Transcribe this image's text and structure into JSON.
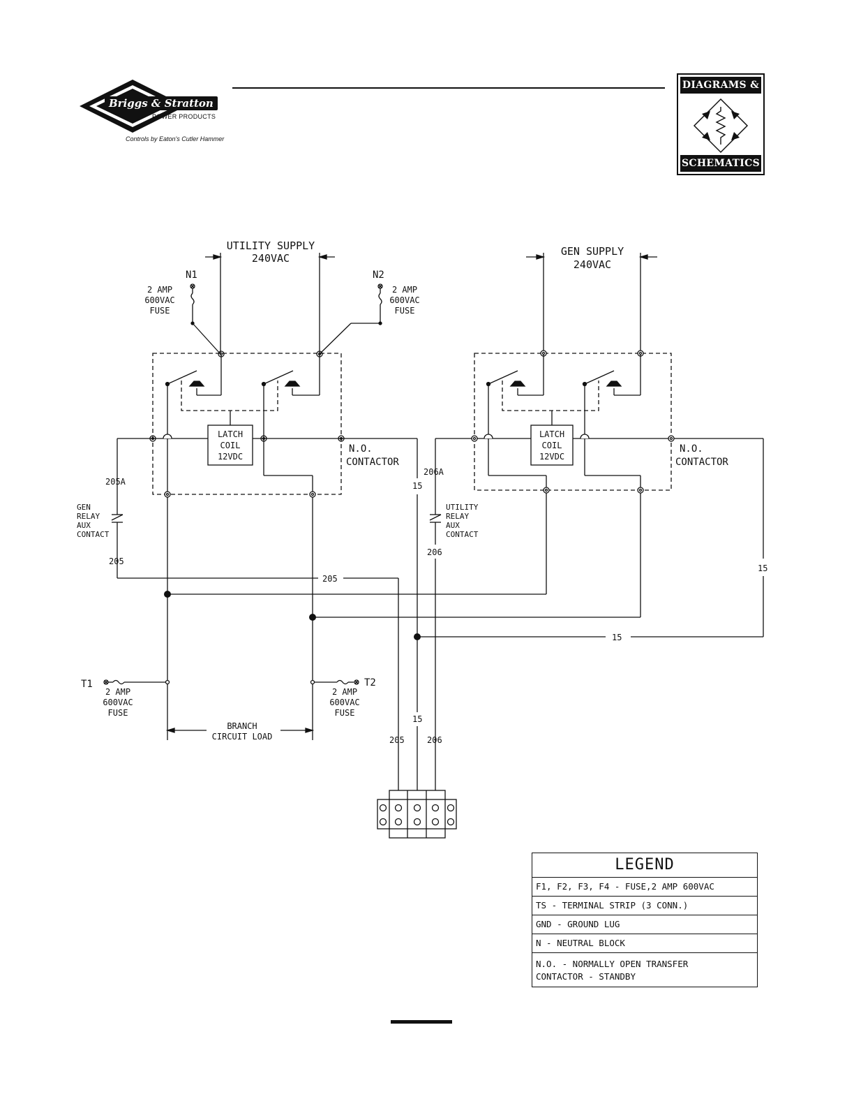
{
  "header": {
    "logo_brand": "Briggs & Stratton",
    "logo_sub": "POWER PRODUCTS",
    "logo_note": "Controls by Eaton's Cutler Hammer",
    "badge_top": "DIAGRAMS &",
    "badge_bottom": "SCHEMATICS"
  },
  "supplies": {
    "utility_line1": "UTILITY SUPPLY",
    "utility_line2": "240VAC",
    "gen_line1": "GEN SUPPLY",
    "gen_line2": "240VAC"
  },
  "neutrals": {
    "n1": "N1",
    "n2": "N2"
  },
  "terminals": {
    "t1": "T1",
    "t2": "T2"
  },
  "fuse_label": {
    "line1": "2 AMP",
    "line2": "600VAC",
    "line3": "FUSE"
  },
  "coil": {
    "line1": "LATCH",
    "line2": "COIL",
    "line3": "12VDC"
  },
  "contactor": {
    "line1": "N.O.",
    "line2": "CONTACTOR"
  },
  "aux_gen": {
    "line1": "GEN",
    "line2": "RELAY",
    "line3": "AUX",
    "line4": "CONTACT"
  },
  "aux_util": {
    "line1": "UTILITY",
    "line2": "RELAY",
    "line3": "AUX",
    "line4": "CONTACT"
  },
  "wires": {
    "w205A": "205A",
    "w205": "205",
    "w206A": "206A",
    "w206": "206",
    "w15": "15"
  },
  "load": {
    "line1": "BRANCH",
    "line2": "CIRCUIT LOAD"
  },
  "legend": {
    "title": "LEGEND",
    "rows": [
      "F1, F2, F3, F4 - FUSE,2 AMP 600VAC",
      "TS - TERMINAL STRIP (3 CONN.)",
      "GND - GROUND LUG",
      "N - NEUTRAL BLOCK",
      "N.O. - NORMALLY OPEN TRANSFER\nCONTACTOR - STANDBY"
    ]
  }
}
